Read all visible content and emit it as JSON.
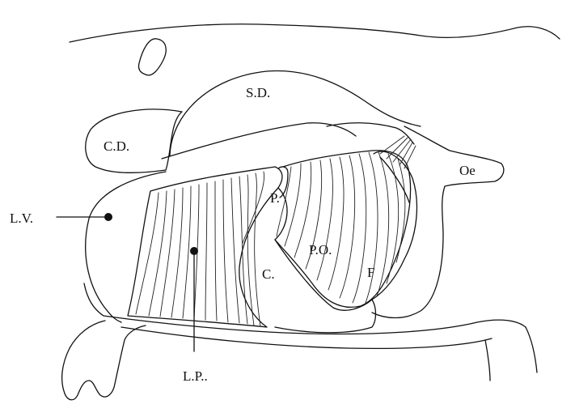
{
  "labels": {
    "sd": "S.D.",
    "cd": "C.D.",
    "oe": "Oe",
    "lv": "L.V.",
    "p": "P.",
    "po": "P.O.",
    "c": "C.",
    "f": "F",
    "lp": "L.P.."
  }
}
